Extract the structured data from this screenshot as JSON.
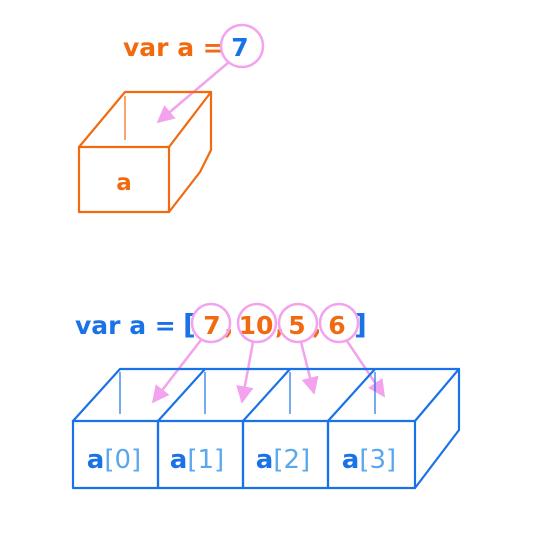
{
  "colors": {
    "orange": "#f26a10",
    "blue": "#1a72e8",
    "light_blue": "#5aa8ec",
    "pink": "#f3a3ee"
  },
  "single": {
    "code_prefix": "var a = ",
    "value": "7",
    "box_label": "a"
  },
  "array": {
    "code_prefix": "var a = ",
    "open_bracket": "[",
    "close_bracket": "]",
    "separator": ",",
    "values": [
      "7",
      "10",
      "5",
      "6"
    ],
    "cell_name": "a",
    "cell_indices": [
      "[0]",
      "[1]",
      "[2]",
      "[3]"
    ]
  }
}
